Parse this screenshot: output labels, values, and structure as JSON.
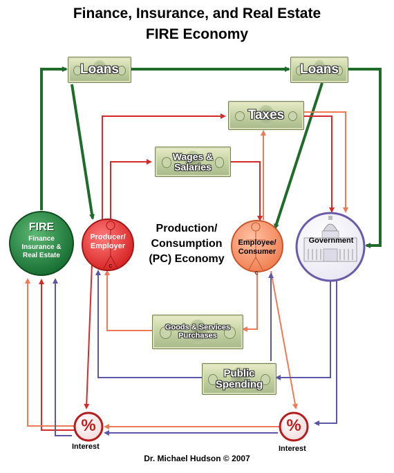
{
  "title": {
    "line1": "Finance, Insurance, and Real Estate",
    "line2": "FIRE Economy"
  },
  "nodes": {
    "fire": {
      "title": "FIRE",
      "subtitle": "Finance Insurance & Real Estate",
      "color": "#1f7a3c"
    },
    "producer": {
      "label": "Producer/ Employer",
      "marker": "C",
      "color": "#e5312f"
    },
    "employee": {
      "label": "Employee/ Consumer",
      "marker": "C",
      "color": "#f28a5c"
    },
    "government": {
      "label": "Government",
      "color": "#6a5aa8"
    }
  },
  "center": {
    "label": "Production/ Consumption (PC) Economy"
  },
  "bills": {
    "loans_left": "Loans",
    "loans_right": "Loans",
    "taxes": "Taxes",
    "wages": "Wages & Salaries",
    "goods": "Goods & Services Purchases",
    "public": "Public Spending"
  },
  "interest": {
    "symbol": "%",
    "left_label": "Interest",
    "right_label": "Interest"
  },
  "credit": "Dr. Michael Hudson © 2007",
  "colors": {
    "green": "#1f6b2a",
    "red": "#d42a2a",
    "orange": "#ec7a55",
    "purple": "#5b56a6"
  },
  "icons": [
    "stick-figure-icon",
    "capitol-building-icon",
    "percent-icon",
    "dollar-bill-icon"
  ]
}
